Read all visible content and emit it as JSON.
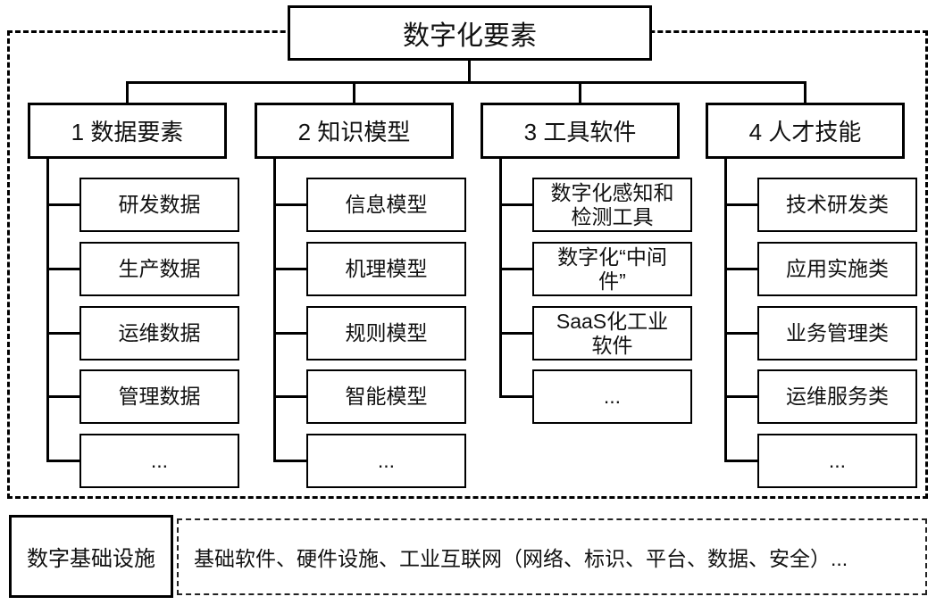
{
  "diagram": {
    "title": "数字化要素",
    "columns": [
      {
        "title": "1 数据要素",
        "children": [
          "研发数据",
          "生产数据",
          "运维数据",
          "管理数据",
          "..."
        ]
      },
      {
        "title": "2 知识模型",
        "children": [
          "信息模型",
          "机理模型",
          "规则模型",
          "智能模型",
          "..."
        ]
      },
      {
        "title": "3 工具软件",
        "children": [
          "数字化感知和\n检测工具",
          "数字化“中间\n件”",
          "SaaS化工业\n软件",
          "..."
        ]
      },
      {
        "title": "4 人才技能",
        "children": [
          "技术研发类",
          "应用实施类",
          "业务管理类",
          "运维服务类",
          "..."
        ]
      }
    ],
    "infrastructure": {
      "label": "数字基础设施",
      "content": "基础软件、硬件设施、工业互联网（网络、标识、平台、数据、安全）..."
    },
    "colors": {
      "line": "#000000",
      "background": "#ffffff",
      "text": "#111111"
    }
  }
}
